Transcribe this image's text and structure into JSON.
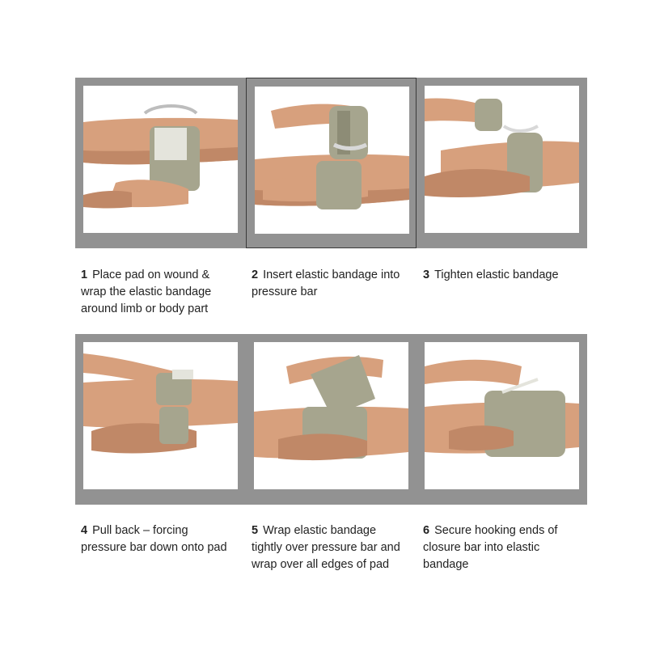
{
  "colors": {
    "frame": "#929292",
    "photo_bg": "#ffffff",
    "skin": "#d7a07d",
    "skin_shadow": "#c08867",
    "bandage": "#a6a58e",
    "bandage_dark": "#8d8c76",
    "pad_label": "#e4e4dc",
    "text": "#222222"
  },
  "steps": [
    {
      "number": "1",
      "lines": [
        "Place pad on wound &",
        "wrap the elastic bandage",
        "around limb or body part"
      ]
    },
    {
      "number": "2",
      "lines": [
        "Insert elastic bandage into",
        "pressure bar"
      ]
    },
    {
      "number": "3",
      "lines": [
        "Tighten elastic bandage"
      ]
    },
    {
      "number": "4",
      "lines": [
        "Pull back – forcing",
        "pressure bar down onto pad"
      ]
    },
    {
      "number": "5",
      "lines": [
        "Wrap elastic bandage",
        "tightly over pressure bar and",
        "wrap over all edges of pad"
      ]
    },
    {
      "number": "6",
      "lines": [
        "Secure hooking ends of",
        "closure bar into elastic",
        "bandage"
      ]
    }
  ]
}
